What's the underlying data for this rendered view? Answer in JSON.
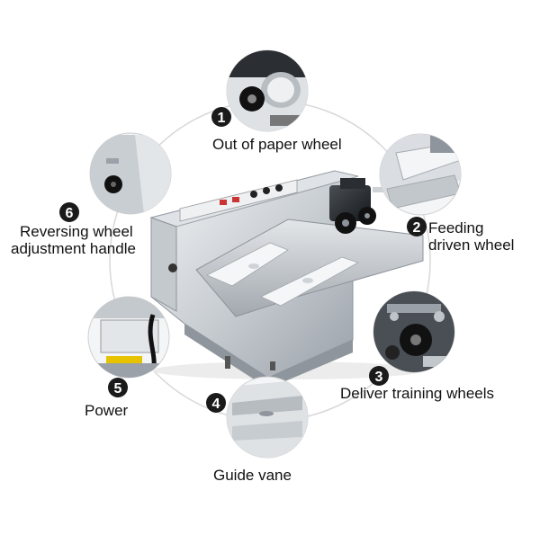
{
  "diagram": {
    "colors": {
      "ring": "#d8d8d8",
      "badge": "#1a1a1a",
      "badge_text": "#ffffff",
      "metal_light": "#e9ecef",
      "metal_mid": "#b9bec4",
      "metal_dark": "#7d848b",
      "roller": "#1c1c1c"
    },
    "callouts": [
      {
        "number": "1",
        "label": "Out of paper wheel"
      },
      {
        "number": "2",
        "label_lines": [
          "Feeding",
          "driven wheel"
        ]
      },
      {
        "number": "3",
        "label": "Deliver training wheels"
      },
      {
        "number": "4",
        "label": "Guide vane"
      },
      {
        "number": "5",
        "label": "Power"
      },
      {
        "number": "6",
        "label_lines": [
          "Reversing wheel",
          "adjustment handle"
        ]
      }
    ]
  }
}
